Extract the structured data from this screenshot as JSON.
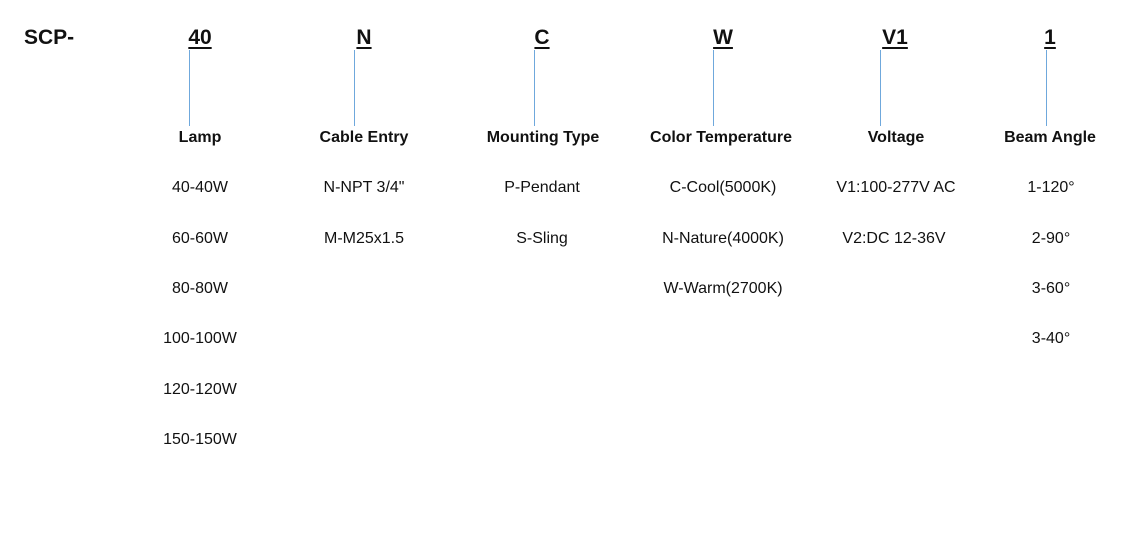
{
  "prefix": "SCP-",
  "line_color": "#6fa8dc",
  "columns": [
    {
      "code": "40",
      "heading": "Lamp",
      "options": [
        "40-40W",
        "60-60W",
        "80-80W",
        "100-100W",
        "120-120W",
        "150-150W"
      ]
    },
    {
      "code": "N",
      "heading": "Cable Entry",
      "options": [
        "N-NPT 3/4\"",
        "M-M25x1.5"
      ]
    },
    {
      "code": "C",
      "heading": "Mounting Type",
      "options": [
        "P-Pendant",
        "S-Sling"
      ]
    },
    {
      "code": "W",
      "heading": "Color Temperature",
      "options": [
        "C-Cool(5000K)",
        "N-Nature(4000K)",
        "W-Warm(2700K)"
      ]
    },
    {
      "code": "V1",
      "heading": "Voltage",
      "options": [
        "V1:100-277V AC",
        "V2:DC 12-36V"
      ]
    },
    {
      "code": "1",
      "heading": "Beam Angle",
      "options": [
        "1-120°",
        "2-90°",
        "3-60°",
        "3-40°"
      ]
    }
  ]
}
